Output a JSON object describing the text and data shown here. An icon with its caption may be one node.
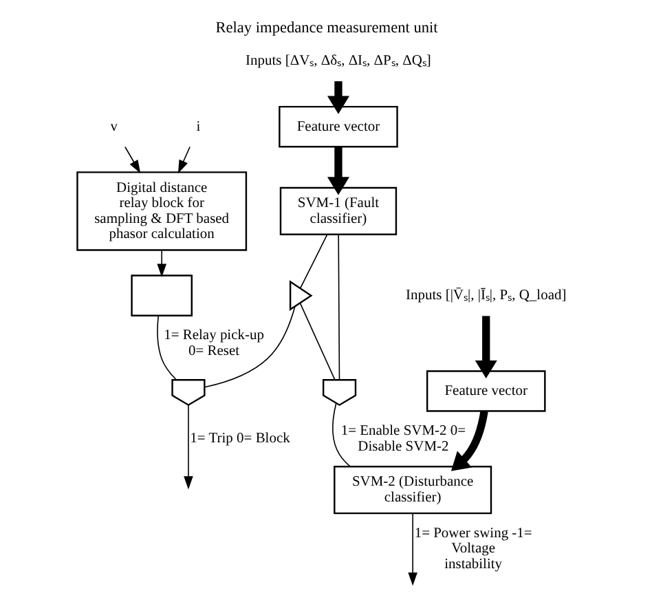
{
  "diagram": {
    "title": "Relay impedance measurement unit",
    "nodes": [
      {
        "text": [
          "v"
        ]
      },
      {
        "text": [
          "i"
        ]
      },
      {
        "text": [
          "Digital distance relay block for sampling & DFT based phasor calculation"
        ]
      },
      {
        "text": [],
        "shape": "box"
      },
      {
        "text": [],
        "shape": "gate"
      },
      {
        "text": [
          "Feature vector"
        ]
      },
      {
        "text": [
          "SVM-1 (Fault classifier)"
        ]
      },
      {
        "text": [],
        "shape": "triangle"
      },
      {
        "text": [],
        "shape": "gate"
      },
      {
        "text": [
          "Inputs [ΔVₛ, Δδₛ, ΔIₛ, ΔPₛ, ΔQₛ]"
        ]
      },
      {
        "text": [
          "Feature vector"
        ]
      },
      {
        "text": [
          "SVM-2 (Disturbance classifier)"
        ]
      },
      {
        "text": [
          "Inputs [|V̄ₛ|, |Īₛ|, Pₛ, Q_load]"
        ]
      }
    ],
    "edges": [
      {
        "from": 0,
        "to": 2,
        "arrow": "to"
      },
      {
        "from": 1,
        "to": 2,
        "arrow": "to"
      },
      {
        "from": 2,
        "to": 3,
        "arrow": "to"
      },
      {
        "from": 3,
        "to": 4,
        "arrow": "none",
        "label": "1= Relay pick-up 0= Reset"
      },
      {
        "from": 4,
        "to": null,
        "arrow": "to",
        "label": "1= Trip 0= Block"
      },
      {
        "from": 9,
        "to": 5,
        "arrow": "to",
        "style": "thick"
      },
      {
        "from": 5,
        "to": 6,
        "arrow": "to",
        "style": "thick"
      },
      {
        "from": 6,
        "to": 7,
        "arrow": "none"
      },
      {
        "from": 7,
        "to": 4,
        "arrow": "none"
      },
      {
        "from": 6,
        "to": 8,
        "arrow": "none"
      },
      {
        "from": 7,
        "to": 8,
        "arrow": "none"
      },
      {
        "from": 8,
        "to": 11,
        "arrow": "none",
        "label": "1= Enable SVM-2 0= Disable SVM-2"
      },
      {
        "from": 12,
        "to": 10,
        "arrow": "to",
        "style": "thick"
      },
      {
        "from": 10,
        "to": 11,
        "arrow": "to",
        "style": "thick"
      },
      {
        "from": 11,
        "to": null,
        "arrow": "to",
        "label": "1= Power swing -1= Voltage instability"
      }
    ]
  }
}
